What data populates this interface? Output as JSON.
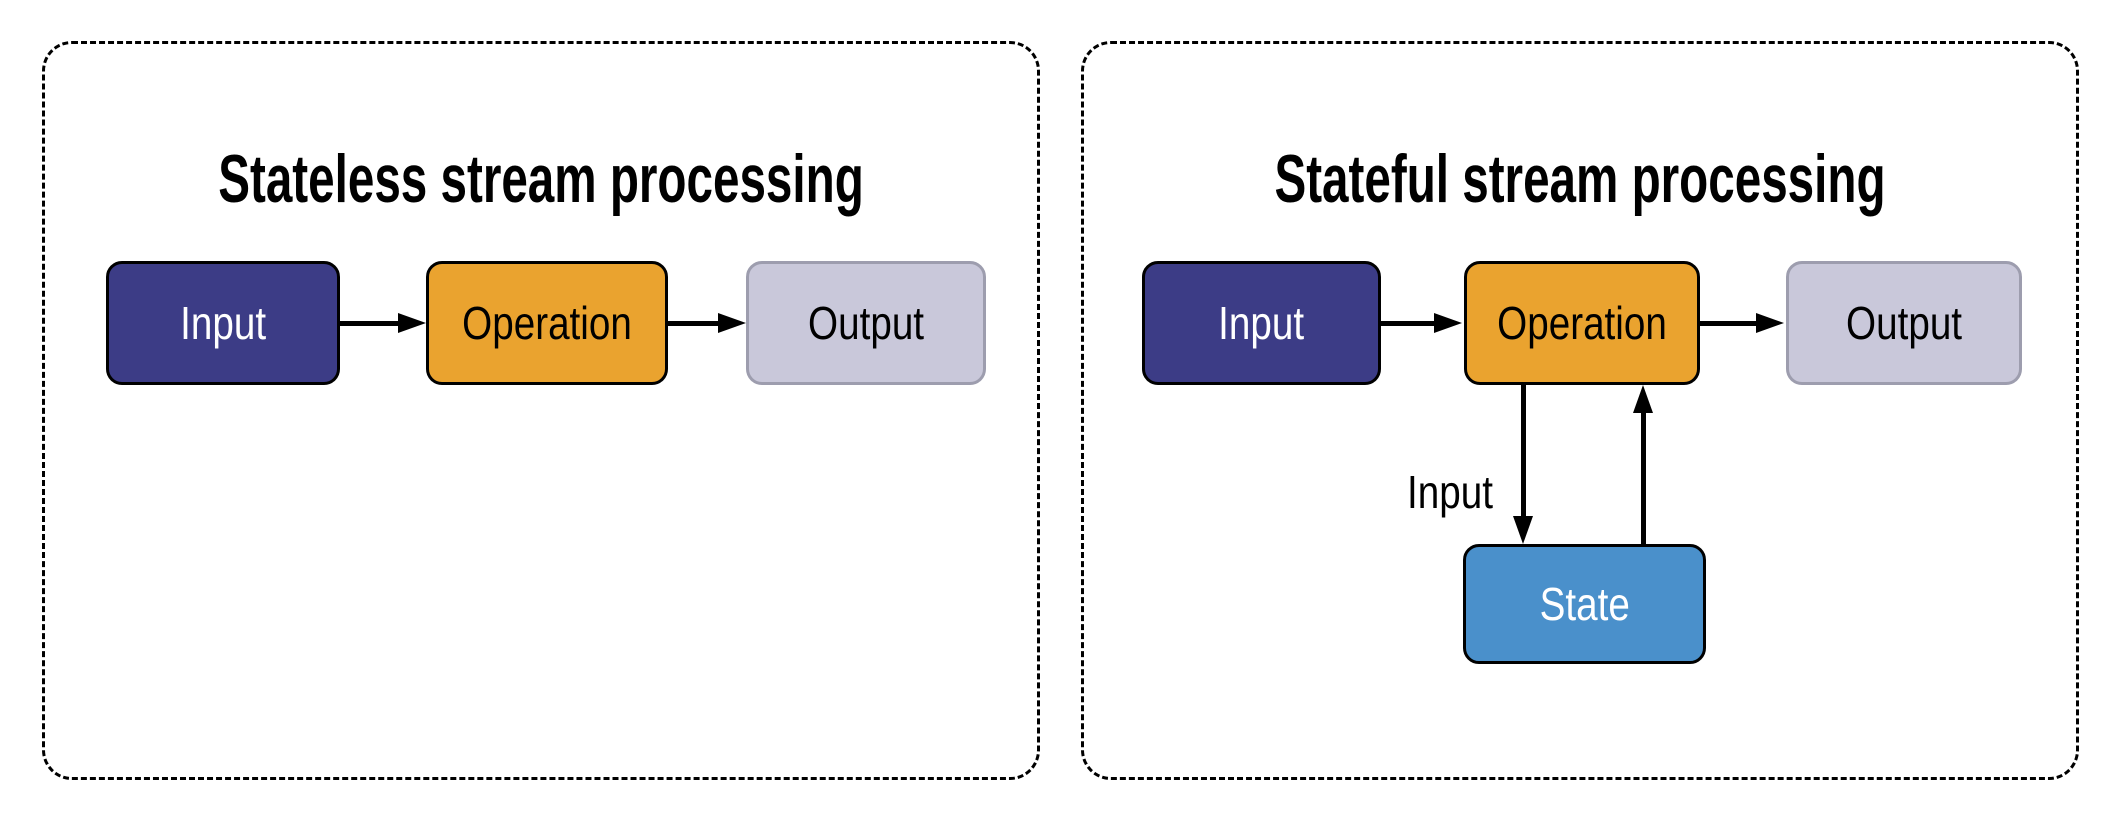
{
  "colors": {
    "background": "#FFFFFF",
    "panel_border": "#000000",
    "input_fill": "#3C3C86",
    "input_text": "#FFFFFF",
    "operation_fill": "#EAA32F",
    "operation_text": "#000000",
    "output_fill": "#C9C8DA",
    "output_border": "#9D9DAE",
    "output_text": "#000000",
    "state_fill": "#4A90CB",
    "state_text": "#FFFFFF",
    "arrow": "#000000"
  },
  "panels": [
    {
      "title": "Stateless stream processing",
      "nodes": [
        {
          "label": "Input"
        },
        {
          "label": "Operation"
        },
        {
          "label": "Output"
        }
      ],
      "edges": [
        {
          "from": "Input",
          "to": "Operation"
        },
        {
          "from": "Operation",
          "to": "Output"
        }
      ]
    },
    {
      "title": "Stateful stream processing",
      "nodes": [
        {
          "label": "Input"
        },
        {
          "label": "Operation"
        },
        {
          "label": "Output"
        },
        {
          "label": "State"
        }
      ],
      "edges": [
        {
          "from": "Input",
          "to": "Operation"
        },
        {
          "from": "Operation",
          "to": "Output"
        },
        {
          "from": "Operation",
          "to": "State",
          "label": "Input"
        },
        {
          "from": "State",
          "to": "Operation"
        }
      ]
    }
  ]
}
